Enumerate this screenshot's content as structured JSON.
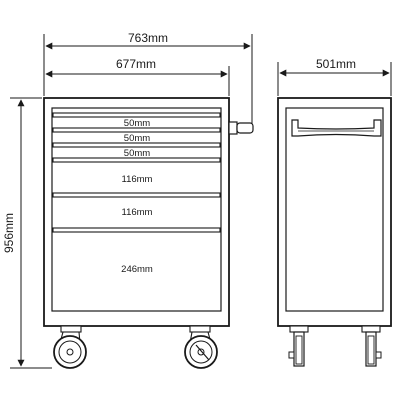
{
  "dimensions": {
    "overall_width": "763mm",
    "body_width": "677mm",
    "depth": "501mm",
    "height": "956mm"
  },
  "drawer_heights": [
    "50mm",
    "50mm",
    "50mm",
    "116mm",
    "116mm",
    "246mm"
  ],
  "colors": {
    "outline": "#1a1a1a",
    "body_fill": "#ffffff",
    "inner_fill": "#ffffff"
  }
}
